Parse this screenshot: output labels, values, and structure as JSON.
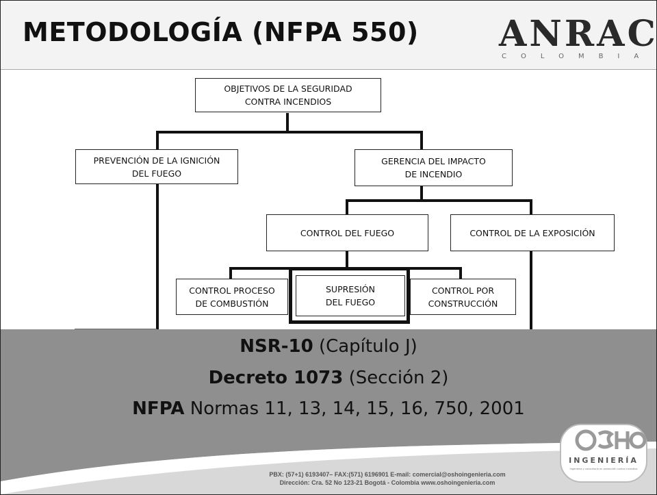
{
  "slide": {
    "title": "METODOLOGÍA (NFPA 550)",
    "logo": {
      "name": "ANRACI",
      "subtitle": "COLOMBIA"
    }
  },
  "diagram": {
    "root": "OBJETIVOS DE LA SEGURIDAD\nCONTRA INCENDIOS",
    "prevencion": "PREVENCIÓN DE LA IGNICIÓN\nDEL FUEGO",
    "gerencia": "GERENCIA DEL IMPACTO\nDE INCENDIO",
    "control_fuego": "CONTROL DEL FUEGO",
    "control_exposicion": "CONTROL DE LA EXPOSICIÓN",
    "control_proceso": "CONTROL PROCESO\nDE COMBUSTIÓN",
    "supresion": "SUPRESIÓN\nDEL FUEGO",
    "control_construccion": "CONTROL POR\nCONSTRUCCIÓN",
    "highlighted": "supresion"
  },
  "standards": [
    {
      "bold": "NSR-10",
      "rest": " (Capítulo J)"
    },
    {
      "bold": "Decreto 1073",
      "rest": " (Sección 2)"
    },
    {
      "bold": "NFPA",
      "rest": " Normas 11, 13, 14, 15, 16, 750, 2001"
    }
  ],
  "footer": {
    "contact_line1": "PBX: (57+1) 6193407– FAX:(571) 6196901 E-mail: comercial@oshoingenieria.com",
    "contact_line2": "Dirección:  Cra. 52 No 123-21  Bogotá - Colombia    www.oshoingenieria.com",
    "osho_logo_text": "INGENIERÍA",
    "osho_logo_tagline": "Ingeniería y consultoría en protección contra incendios"
  },
  "colors": {
    "band": "#8f8f8f",
    "footer": "#d8d8d8",
    "text": "#111111"
  }
}
